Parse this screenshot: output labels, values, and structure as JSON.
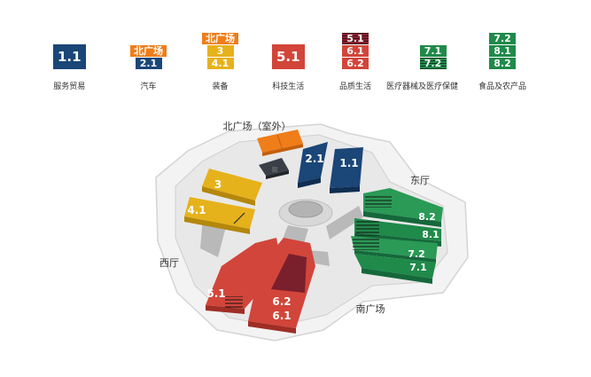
{
  "legend": [
    {
      "label": "服务贸易",
      "chips": [
        {
          "text": "1.1",
          "color": "#1a4678",
          "big": true
        }
      ]
    },
    {
      "label": "汽车",
      "chips": [
        {
          "text": "北广场",
          "color": "#ef7d1a"
        },
        {
          "text": "2.1",
          "color": "#1a4678"
        }
      ]
    },
    {
      "label": "装备",
      "chips": [
        {
          "text": "北广场",
          "color": "#ef7d1a"
        },
        {
          "text": "3",
          "color": "#e6b21c"
        },
        {
          "text": "4.1",
          "color": "#e6b21c"
        }
      ]
    },
    {
      "label": "科技生活",
      "chips": [
        {
          "text": "5.1",
          "color": "#d2453a",
          "big": true
        }
      ]
    },
    {
      "label": "品质生活",
      "chips": [
        {
          "text": "5.1",
          "color": "#8a2030",
          "striped": true
        },
        {
          "text": "6.1",
          "color": "#d2453a"
        },
        {
          "text": "6.2",
          "color": "#d2453a"
        }
      ]
    },
    {
      "label": "医疗器械及医疗保健",
      "chips": [
        {
          "text": "7.1",
          "color": "#1f8a4a"
        },
        {
          "text": "7.2",
          "color": "#1f8a4a",
          "striped": true
        }
      ]
    },
    {
      "label": "食品及农产品",
      "chips": [
        {
          "text": "7.2",
          "color": "#1f8a4a"
        },
        {
          "text": "8.1",
          "color": "#1f8a4a"
        },
        {
          "text": "8.2",
          "color": "#1f8a4a"
        }
      ]
    }
  ],
  "map": {
    "north_plaza": "北广场（室外）",
    "east_hall": "东厅",
    "west_hall": "西厅",
    "south_plaza": "南广场",
    "halls": {
      "h1_1": "1.1",
      "h2_1": "2.1",
      "h3": "3",
      "h4_1": "4.1",
      "h5_1": "5.1",
      "h6_1": "6.1",
      "h6_2": "6.2",
      "h7_1": "7.1",
      "h7_2": "7.2",
      "h8_1": "8.1",
      "h8_2": "8.2"
    }
  }
}
